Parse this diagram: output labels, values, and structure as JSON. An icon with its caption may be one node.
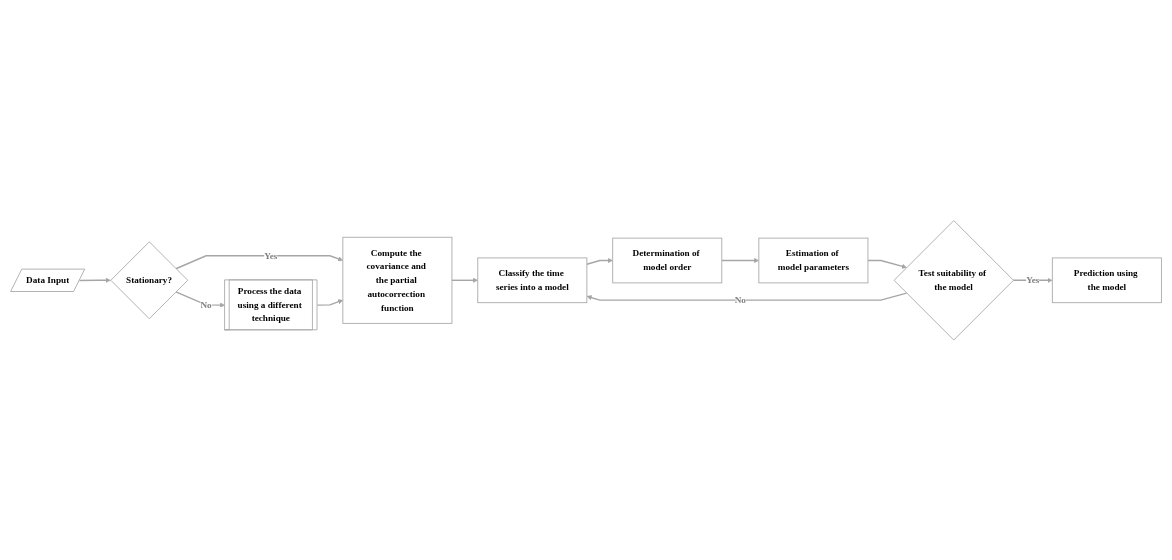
{
  "diagram": {
    "nodes": [
      {
        "text": [
          "Data Input"
        ]
      },
      {
        "text": [
          "Stationary?"
        ]
      },
      {
        "text": [
          "Process the data using a different technique"
        ]
      },
      {
        "text": [
          "Compute the covariance and the partial autocorrection function"
        ]
      },
      {
        "text": [
          "Classify the time series into a model"
        ]
      },
      {
        "text": [
          "Determination of model order"
        ]
      },
      {
        "text": [
          "Estimation of model parameters"
        ]
      },
      {
        "text": [
          "Test suitability of the model"
        ]
      },
      {
        "text": [
          "Prediction using the model"
        ]
      }
    ],
    "edges": [
      {
        "from": 0,
        "to": 1,
        "arrow": "to"
      },
      {
        "from": 1,
        "to": 2,
        "arrow": "to",
        "label": "No"
      },
      {
        "from": 1,
        "to": 3,
        "arrow": "to",
        "label": "Yes"
      },
      {
        "from": 2,
        "to": 3,
        "arrow": "to"
      },
      {
        "from": 3,
        "to": 4,
        "arrow": "to"
      },
      {
        "from": 4,
        "to": 5,
        "arrow": "to"
      },
      {
        "from": 5,
        "to": 6,
        "arrow": "to"
      },
      {
        "from": 6,
        "to": 7,
        "arrow": "to"
      },
      {
        "from": 7,
        "to": 4,
        "arrow": "to",
        "label": "No"
      },
      {
        "from": 7,
        "to": 8,
        "arrow": "to",
        "label": "Yes"
      }
    ]
  }
}
